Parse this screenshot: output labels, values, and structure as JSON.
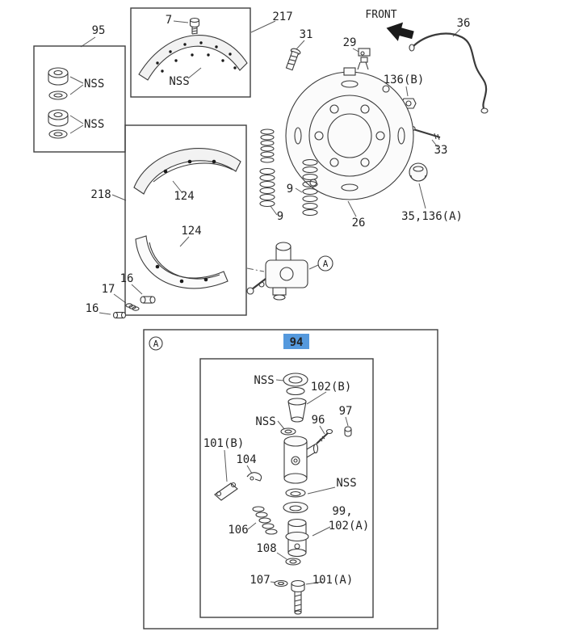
{
  "diagram": {
    "front": "FRONT",
    "callouts": {
      "c95": "95",
      "c7": "7",
      "c217": "217",
      "c31": "31",
      "c29": "29",
      "c36": "36",
      "c136b": "136(B)",
      "c33": "33",
      "c26": "26",
      "c35_136a": "35,136(A)",
      "c218": "218",
      "c124a": "124",
      "c124b": "124",
      "c9a": "9",
      "c9b": "9",
      "c16a": "16",
      "c17": "17",
      "c16b": "16",
      "cA1": "A",
      "cA2": "A",
      "c94": "94",
      "c102b": "102(B)",
      "c96": "96",
      "c97": "97",
      "c101b": "101(B)",
      "c104": "104",
      "c106": "106",
      "c99": "99,",
      "c102a": "102(A)",
      "c108": "108",
      "c107": "107",
      "c101a": "101(A)",
      "nss1": "NSS",
      "nss2": "NSS",
      "nss3": "NSS",
      "nss4": "NSS",
      "nss5": "NSS",
      "nss6": "NSS"
    },
    "colors": {
      "highlight_bg": "#5599dd",
      "highlight_text": "#112a6e"
    }
  }
}
